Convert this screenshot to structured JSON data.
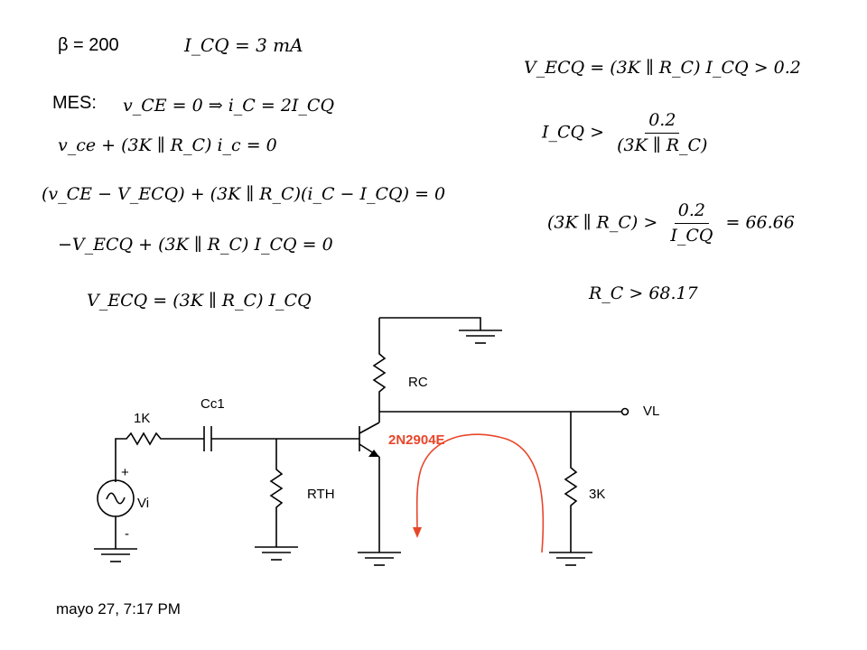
{
  "header": {
    "beta": "β = 200",
    "icq": "I_CQ = 3 mA",
    "mes_label": "MES:"
  },
  "left_equations": [
    "v_CE = 0  ⇒ i_C = 2I_CQ",
    "v_ce + (3K ∥ R_C) i_c = 0",
    "(v_CE − V_ECQ) + (3K ∥ R_C)(i_C − I_CQ) = 0",
    "−V_ECQ + (3K ∥ R_C) I_CQ = 0",
    "V_ECQ = (3K ∥ R_C) I_CQ"
  ],
  "right_equations": {
    "eq1": "V_ECQ = (3K ∥ R_C) I_CQ > 0.2",
    "eq2_lhs": "I_CQ >",
    "eq2_num": "0.2",
    "eq2_den": "(3K ∥ R_C)",
    "eq3_lhs": "(3K ∥ R_C) >",
    "eq3_num": "0.2",
    "eq3_den": "I_CQ",
    "eq3_rhs": "= 66.66",
    "eq4": "R_C > 68.17"
  },
  "circuit": {
    "rc_label": "RC",
    "cc1_label": "Cc1",
    "r1k_label": "1K",
    "vl_label": "VL",
    "transistor_label": "2N2904E",
    "rth_label": "RTH",
    "r3k_label": "3K",
    "plus_label": "+",
    "minus_label": "-",
    "vi_label": "Vi"
  },
  "colors": {
    "ink": "#000000",
    "annotation": "#e8462a",
    "transistor_label": "#e8462a"
  },
  "footer": {
    "timestamp": "mayo 27, 7:17 PM"
  }
}
